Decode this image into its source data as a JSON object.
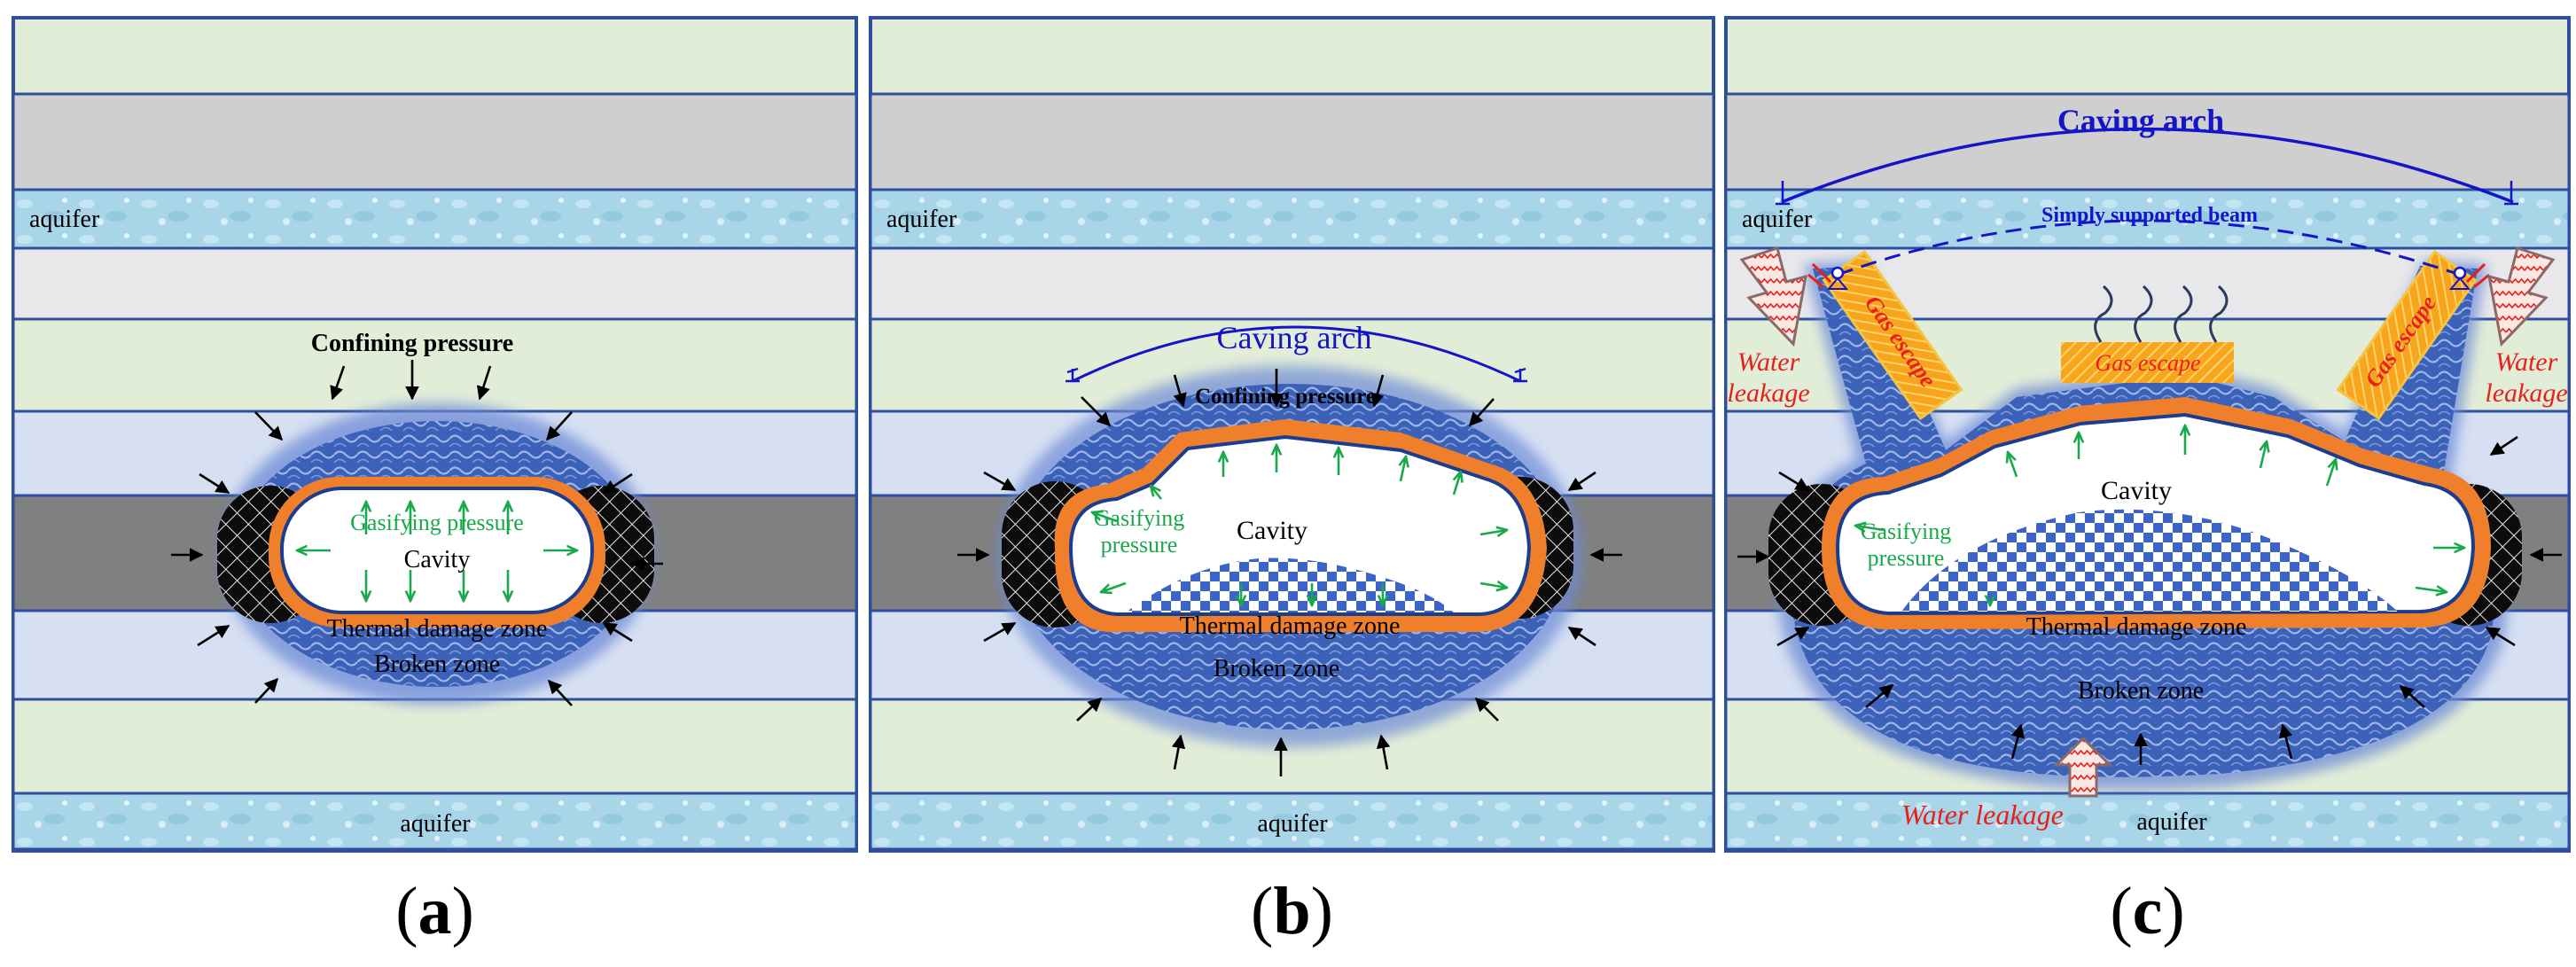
{
  "panels": [
    {
      "id": "a",
      "caption": "a",
      "labels": {
        "aquifer_top": "aquifer",
        "aquifer_bottom": "aquifer",
        "confining": "Confining pressure",
        "gasifying": "Gasifying pressure",
        "cavity": "Cavity",
        "thermal": "Thermal damage zone",
        "broken": "Broken zone"
      }
    },
    {
      "id": "b",
      "caption": "b",
      "labels": {
        "aquifer_top": "aquifer",
        "aquifer_bottom": "aquifer",
        "caving_arch": "Caving arch",
        "confining": "Confining pressure",
        "gasifying_1": "Gasifying",
        "gasifying_2": "pressure",
        "cavity": "Cavity",
        "thermal": "Thermal damage zone",
        "broken": "Broken zone"
      }
    },
    {
      "id": "c",
      "caption": "c",
      "labels": {
        "aquifer_top": "aquifer",
        "aquifer_bottom": "aquifer",
        "caving_arch": "Caving arch",
        "beam": "Simply supported beam",
        "water_1": "Water",
        "water_2": "leakage",
        "gas_escape": "Gas escape",
        "water_bottom": "Water leakage",
        "gasifying_1": "Gasifying",
        "gasifying_2": "pressure",
        "cavity": "Cavity",
        "thermal": "Thermal damage zone",
        "broken": "Broken zone"
      }
    }
  ],
  "colors": {
    "border": "#2d4f9e",
    "layer_green": "#e2edd8",
    "layer_gray": "#cfcfcf",
    "layer_lightgray": "#e8e8ea",
    "layer_blue": "#d6e0f2",
    "coal": "#808080",
    "aquifer": "#a6d3e6",
    "thermal": "#f07f2b",
    "broken": "#3b5fb5",
    "arrow_green": "#19a84a",
    "arch_blue": "#1414c8",
    "leak_red": "#e8201c",
    "gas_orange": "#f6a51d"
  }
}
